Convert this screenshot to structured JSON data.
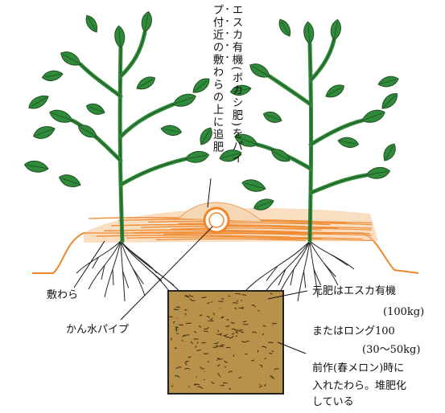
{
  "annotation": {
    "lines": [
      "エスカ有機(ボカシ肥)をパイ",
      "プ付近の敷わらの上に追肥"
    ],
    "emphasis_dots": "・・・・・"
  },
  "labels": {
    "straw": "敷わら",
    "pipe": "かん水パイプ",
    "base_fertilizer": [
      "元肥はエスカ有機",
      "(100kg)",
      "またはロング100",
      "(30〜50kg)"
    ],
    "buried_straw": [
      "前作(春メロン)時に",
      "入れたわら。堆肥化",
      "している"
    ]
  },
  "colors": {
    "leaf": "#2f8b3a",
    "leaf_dark": "#1f4f22",
    "ridge_line": "#f0862a",
    "straw": "#f1a565",
    "compost": "#b8924a",
    "compost_dark": "#3d2a10"
  }
}
